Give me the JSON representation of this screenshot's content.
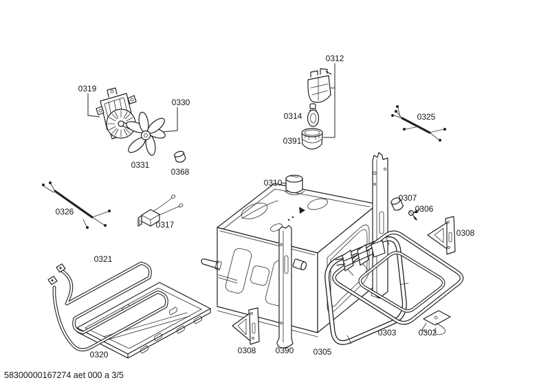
{
  "footer": {
    "text": "58300000167274 aet 000 a 3/5"
  },
  "parts": [
    {
      "label": "0319",
      "name": "fan-motor"
    },
    {
      "label": "0330",
      "name": "fan-assembly-callout"
    },
    {
      "label": "0331",
      "name": "fan-impeller"
    },
    {
      "label": "0368",
      "name": "fastener-cap"
    },
    {
      "label": "0312",
      "name": "oven-lamp-assembly"
    },
    {
      "label": "0314",
      "name": "lamp-bulb"
    },
    {
      "label": "0391",
      "name": "lamp-glass-cover"
    },
    {
      "label": "0325",
      "name": "cable-harness-right"
    },
    {
      "label": "0310",
      "name": "lamp-socket-on-cavity"
    },
    {
      "label": "0326",
      "name": "cable-harness-left"
    },
    {
      "label": "0317",
      "name": "temperature-limiter"
    },
    {
      "label": "0307",
      "name": "spacer-sleeve"
    },
    {
      "label": "0306",
      "name": "screw"
    },
    {
      "label": "0308",
      "name": "mounting-bracket-right"
    },
    {
      "label": "0321",
      "name": "lower-heating-element"
    },
    {
      "label": "0320",
      "name": "bottom-panel"
    },
    {
      "label": "0303",
      "name": "grill-heating-element"
    },
    {
      "label": "0302",
      "name": "fixing-clip"
    },
    {
      "label": "0308",
      "name": "mounting-bracket-left"
    },
    {
      "label": "0390",
      "name": "front-frame-post"
    },
    {
      "label": "0305",
      "name": "door-gasket"
    }
  ]
}
